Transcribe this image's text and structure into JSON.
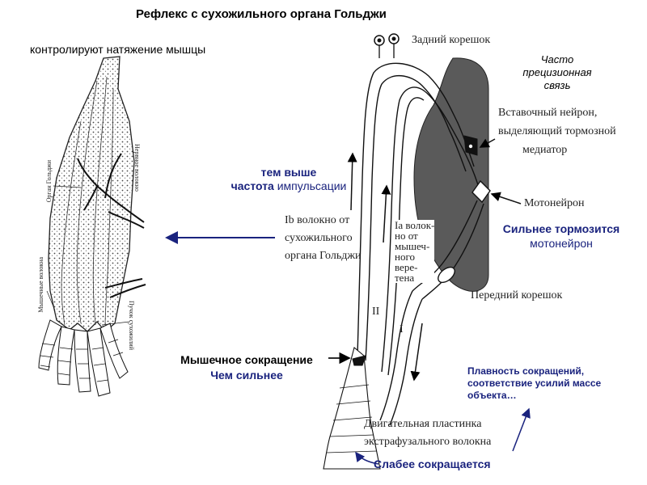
{
  "title": "Рефлекс с сухожильного органа Гольджи",
  "subtitle": "контролируют натяжение мышцы",
  "left_labels": {
    "nerve_fiber": "Нервное волокно",
    "golgi_organ": "Орган Гольджи",
    "muscle_fibers": "Мышечные волокна",
    "tendon_bundle": "Пучок сухожилий"
  },
  "diagram_labels": {
    "dorsal_root": "Задний корешок",
    "ventral_root": "Передний корешок",
    "interneuron_line1": "Вставочный нейрон,",
    "interneuron_line2": "выделяющий тормозной",
    "interneuron_line3": "медиатор",
    "motoneuron": "Мотонейрон",
    "ib_line1": "Ib волокно от",
    "ib_line2": "сухожильного",
    "ib_line3": "органа Гольджи",
    "ia_lines": [
      "Ia волок-",
      "но от",
      "мышеч-",
      "ного",
      "вере-",
      "тена"
    ],
    "roman_two": "II",
    "roman_one": "I",
    "endplate_line1": "Двигательная пластинка",
    "endplate_line2": "экстрафузального волокна"
  },
  "annotations": {
    "precision_line1": "Часто",
    "precision_line2": "прецизионная",
    "precision_line3": "связь",
    "higher_bold": "тем выше",
    "freq_bold": "частота",
    "freq_rest": " импульсации",
    "inhibit_bold": "Сильнее тормозится",
    "inhibit_rest": "мотонейрон",
    "contraction": "Мышечное сокращение",
    "stronger": "Чем сильнее",
    "smooth_line1": "Плавность сокращений,",
    "smooth_line2": "соответствие усилий массе",
    "smooth_line3": "объекта…",
    "weaker": "Слабее сокращается"
  },
  "colors": {
    "navy": "#1a237e",
    "gray_matter": "#5a5a5a",
    "ink": "#222222"
  }
}
